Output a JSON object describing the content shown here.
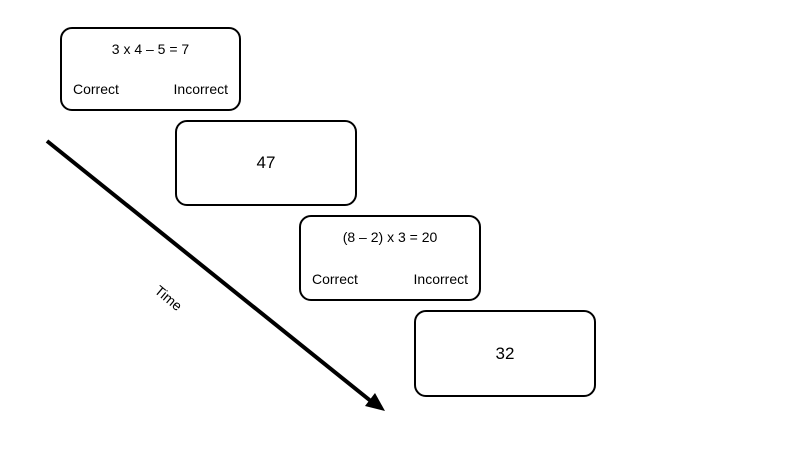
{
  "trials": [
    {
      "type": "equation",
      "equation": "3 x 4 – 5 = 7",
      "option_left": "Correct",
      "option_right": "Incorrect"
    },
    {
      "type": "number",
      "value": "47"
    },
    {
      "type": "equation",
      "equation": "(8 – 2) x 3 = 20",
      "option_left": "Correct",
      "option_right": "Incorrect"
    },
    {
      "type": "number",
      "value": "32"
    }
  ],
  "time_axis": {
    "label": "Time"
  }
}
